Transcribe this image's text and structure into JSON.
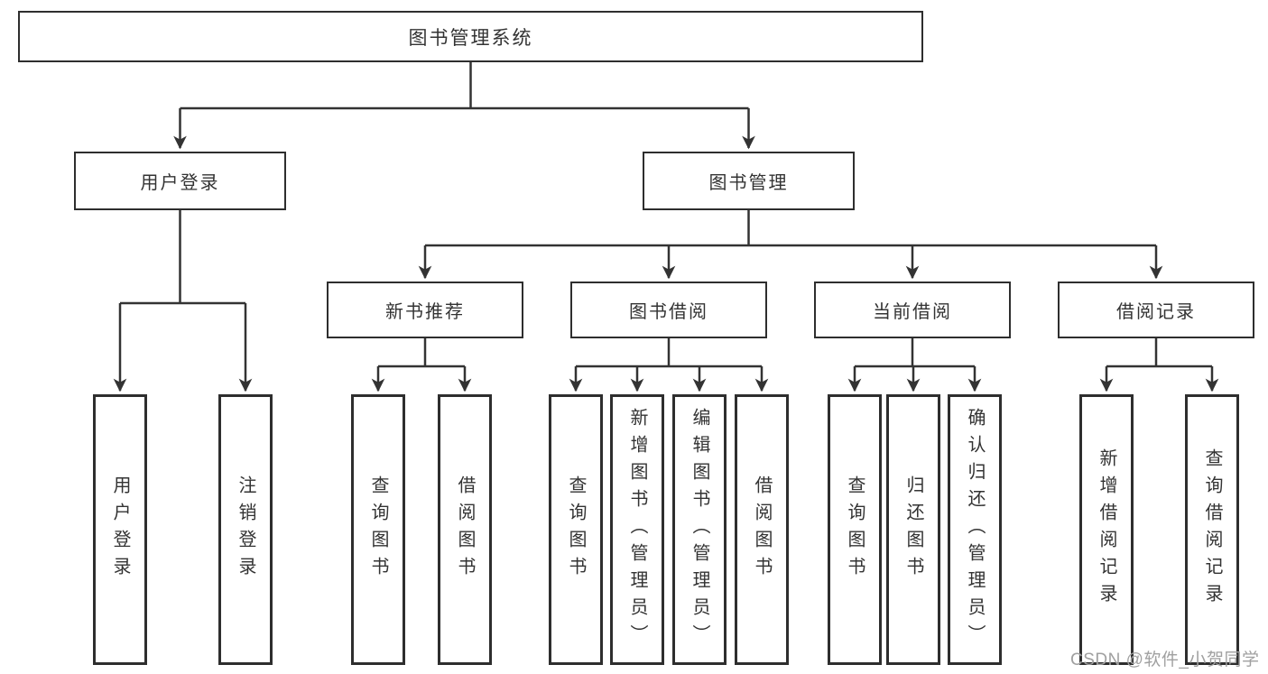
{
  "diagram": {
    "title": "图书管理系统",
    "root": {
      "label": "图书管理系统"
    },
    "level1": [
      {
        "id": "user-login",
        "label": "用户登录",
        "parent": "图书管理系统"
      },
      {
        "id": "book-management",
        "label": "图书管理",
        "parent": "图书管理系统"
      }
    ],
    "level2": [
      {
        "id": "new-book-recommend",
        "label": "新书推荐",
        "parent": "图书管理"
      },
      {
        "id": "book-borrowing",
        "label": "图书借阅",
        "parent": "图书管理"
      },
      {
        "id": "current-borrowing",
        "label": "当前借阅",
        "parent": "图书管理"
      },
      {
        "id": "borrowing-records",
        "label": "借阅记录",
        "parent": "图书管理"
      }
    ],
    "leaves": [
      {
        "id": "leaf-user-login",
        "label": "用户登录",
        "parent": "用户登录"
      },
      {
        "id": "leaf-logout",
        "label": "注销登录",
        "parent": "用户登录"
      },
      {
        "id": "leaf-query-books-recommend",
        "label": "查询图书",
        "parent": "新书推荐"
      },
      {
        "id": "leaf-borrow-books-recommend",
        "label": "借阅图书",
        "parent": "新书推荐"
      },
      {
        "id": "leaf-query-books-borrowing",
        "label": "查询图书",
        "parent": "图书借阅"
      },
      {
        "id": "leaf-add-books-admin",
        "label": "新增图书（管理员）",
        "parent": "图书借阅"
      },
      {
        "id": "leaf-edit-books-admin",
        "label": "编辑图书（管理员）",
        "parent": "图书借阅"
      },
      {
        "id": "leaf-borrow-books-borrowing",
        "label": "借阅图书",
        "parent": "图书借阅"
      },
      {
        "id": "leaf-query-books-current",
        "label": "查询图书",
        "parent": "当前借阅"
      },
      {
        "id": "leaf-return-books",
        "label": "归还图书",
        "parent": "当前借阅"
      },
      {
        "id": "leaf-confirm-return-admin",
        "label": "确认归还（管理员）",
        "parent": "当前借阅"
      },
      {
        "id": "leaf-add-borrow-record",
        "label": "新增借阅记录",
        "parent": "借阅记录"
      },
      {
        "id": "leaf-query-borrow-record",
        "label": "查询借阅记录",
        "parent": "借阅记录"
      }
    ],
    "colors": {
      "line": "#333333",
      "box_border": "#2e2e2e",
      "text": "#333333",
      "background": "#ffffff",
      "watermark": "#a0a0a0"
    },
    "watermark": "CSDN @软件_小贺同学"
  }
}
